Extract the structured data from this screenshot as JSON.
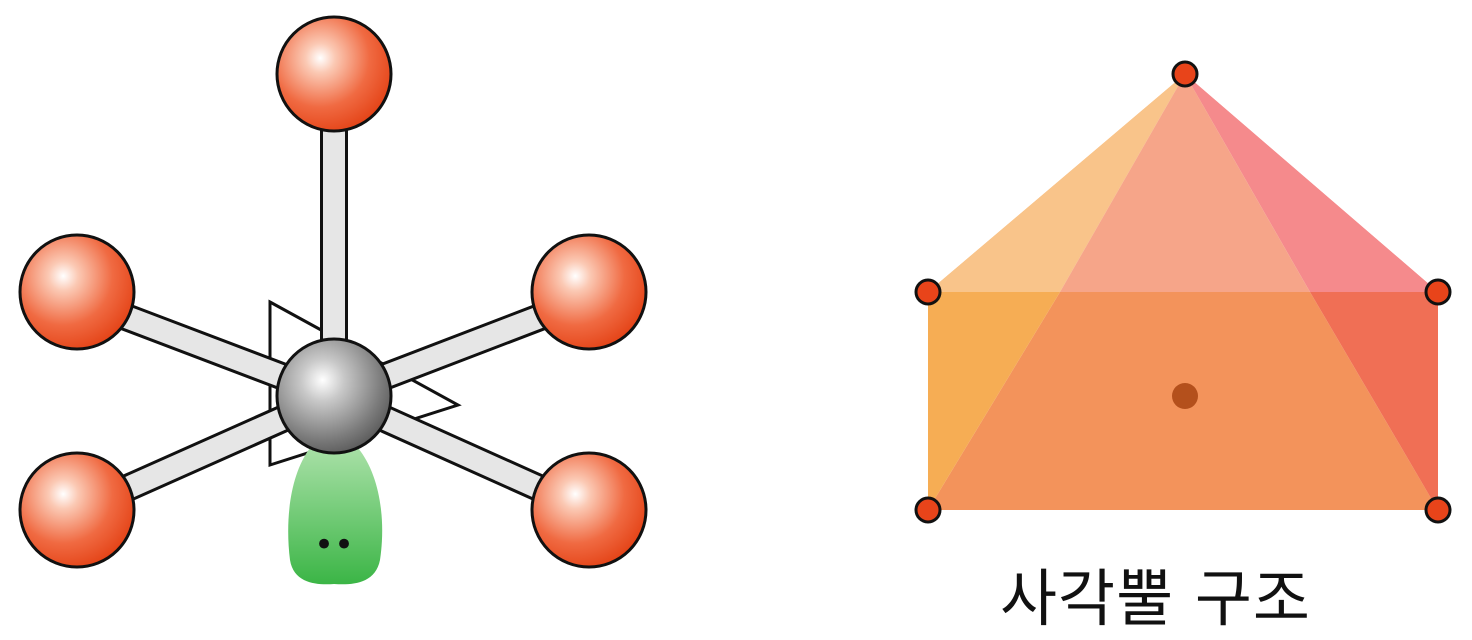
{
  "caption": "사각뿔 구조",
  "colors": {
    "ligand": "#e8441a",
    "central_atom": "#7a7a7a",
    "bond": "#e6e6e6",
    "lone_pair": "#4cbf55",
    "pyramid_left_face": "#f5a046",
    "pyramid_front_face": "#f28d52",
    "pyramid_right_face": "#ee5a52",
    "pyramid_top_face": "#f6a589",
    "vertex": "#e8441a",
    "center_dot": "#b4501c"
  },
  "molecule": {
    "ligand_count": 5,
    "lone_pairs": 1,
    "lone_pair_symbol": "••"
  },
  "pyramid": {
    "vertex_count": 5,
    "center_marker": true
  }
}
